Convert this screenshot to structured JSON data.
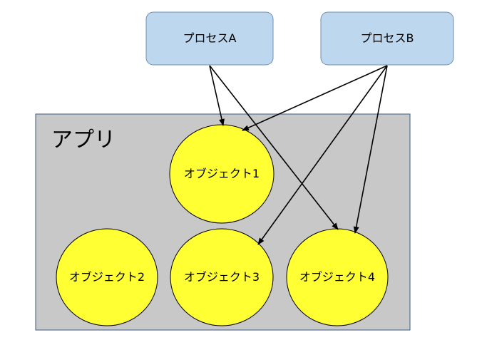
{
  "app": {
    "label": "アプリ",
    "fill": "#c8c8c8",
    "stroke": "#3d5a80"
  },
  "processes": [
    {
      "id": "A",
      "label": "プロセスA",
      "targets": [
        "obj1",
        "obj4"
      ]
    },
    {
      "id": "B",
      "label": "プロセスB",
      "targets": [
        "obj1",
        "obj3",
        "obj4"
      ]
    }
  ],
  "objects": [
    {
      "id": "obj1",
      "label": "オブジェクト1"
    },
    {
      "id": "obj2",
      "label": "オブジェクト2"
    },
    {
      "id": "obj3",
      "label": "オブジェクト3"
    },
    {
      "id": "obj4",
      "label": "オブジェクト4"
    }
  ],
  "colors": {
    "process_fill": "#bdd7ee",
    "process_stroke": "#6f8fb0",
    "object_fill": "#ffff33",
    "object_stroke": "#000000",
    "arrow": "#000000"
  }
}
